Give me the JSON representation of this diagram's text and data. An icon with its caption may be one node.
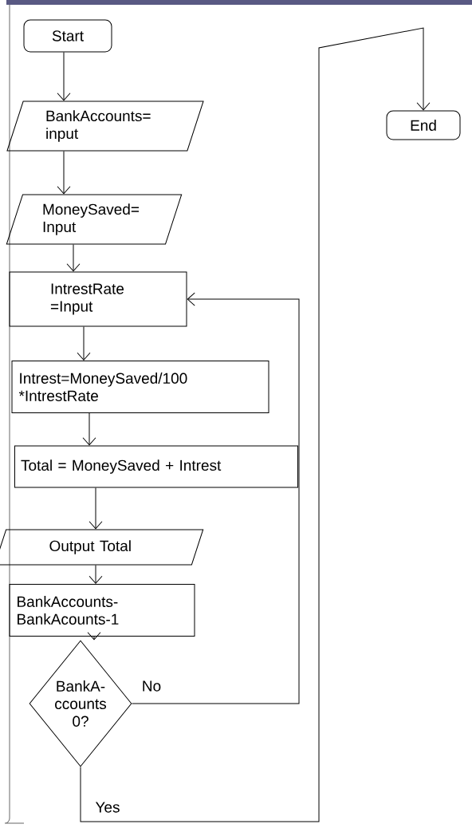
{
  "diagram": {
    "nodes": [
      {
        "text": [
          "Start"
        ]
      },
      {
        "text": [
          "BankAccounts= input"
        ]
      },
      {
        "text": [
          "MoneySaved= Input"
        ]
      },
      {
        "text": [
          "IntrestRate =Input"
        ]
      },
      {
        "text": [
          "Intrest=MoneySaved/100 *IntrestRate"
        ]
      },
      {
        "text": [
          "Total = MoneySaved + Intrest"
        ]
      },
      {
        "text": [
          "Output Total"
        ]
      },
      {
        "text": [
          "BankAccounts- BankAcounts-1"
        ]
      },
      {
        "text": [
          "BankA- ccounts 0?"
        ]
      },
      {
        "text": [
          "End"
        ]
      }
    ],
    "edges": [
      {
        "from": 0,
        "to": 1,
        "arrow": "to"
      },
      {
        "from": 1,
        "to": 2,
        "arrow": "to"
      },
      {
        "from": 2,
        "to": 3,
        "arrow": "to"
      },
      {
        "from": 3,
        "to": 4,
        "arrow": "to"
      },
      {
        "from": 4,
        "to": 5,
        "arrow": "to"
      },
      {
        "from": 5,
        "to": 6,
        "arrow": "to"
      },
      {
        "from": 6,
        "to": 7,
        "arrow": "to"
      },
      {
        "from": 7,
        "to": 8,
        "arrow": "to"
      },
      {
        "from": 8,
        "to": 3,
        "arrow": "to",
        "label": "No"
      },
      {
        "from": 8,
        "to": 9,
        "arrow": "to",
        "label": "Yes"
      }
    ]
  }
}
